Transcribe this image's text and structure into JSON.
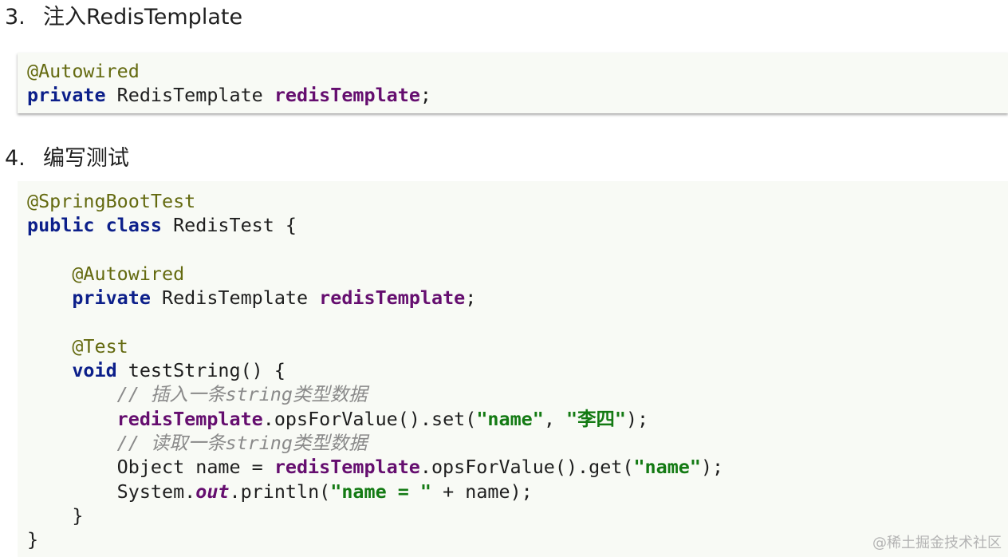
{
  "steps": [
    {
      "number": "3.",
      "title": "注入RedisTemplate",
      "code": [
        [
          {
            "t": "@Autowired",
            "c": "ann"
          }
        ],
        [
          {
            "t": "private",
            "c": "kw"
          },
          {
            "t": " RedisTemplate "
          },
          {
            "t": "redisTemplate",
            "c": "fld"
          },
          {
            "t": ";"
          }
        ]
      ]
    },
    {
      "number": "4.",
      "title": "编写测试",
      "code": [
        [
          {
            "t": "@SpringBootTest",
            "c": "ann"
          }
        ],
        [
          {
            "t": "public",
            "c": "kw"
          },
          {
            "t": " "
          },
          {
            "t": "class",
            "c": "kw"
          },
          {
            "t": " RedisTest {"
          }
        ],
        [],
        [
          {
            "t": "    "
          },
          {
            "t": "@Autowired",
            "c": "ann"
          }
        ],
        [
          {
            "t": "    "
          },
          {
            "t": "private",
            "c": "kw"
          },
          {
            "t": " RedisTemplate "
          },
          {
            "t": "redisTemplate",
            "c": "fld"
          },
          {
            "t": ";"
          }
        ],
        [],
        [
          {
            "t": "    "
          },
          {
            "t": "@Test",
            "c": "ann"
          }
        ],
        [
          {
            "t": "    "
          },
          {
            "t": "void",
            "c": "kw"
          },
          {
            "t": " testString() {"
          }
        ],
        [
          {
            "t": "        "
          },
          {
            "t": "// 插入一条string类型数据",
            "c": "cmt"
          }
        ],
        [
          {
            "t": "        "
          },
          {
            "t": "redisTemplate",
            "c": "fld"
          },
          {
            "t": ".opsForValue().set("
          },
          {
            "t": "\"name\"",
            "c": "str"
          },
          {
            "t": ", "
          },
          {
            "t": "\"李四\"",
            "c": "str"
          },
          {
            "t": ");"
          }
        ],
        [
          {
            "t": "        "
          },
          {
            "t": "// 读取一条string类型数据",
            "c": "cmt"
          }
        ],
        [
          {
            "t": "        Object name = "
          },
          {
            "t": "redisTemplate",
            "c": "fld"
          },
          {
            "t": ".opsForValue().get("
          },
          {
            "t": "\"name\"",
            "c": "str"
          },
          {
            "t": ");"
          }
        ],
        [
          {
            "t": "        System."
          },
          {
            "t": "out",
            "c": "sfld"
          },
          {
            "t": ".println("
          },
          {
            "t": "\"name = \"",
            "c": "str"
          },
          {
            "t": " + name);"
          }
        ],
        [
          {
            "t": "    }"
          }
        ],
        [
          {
            "t": "}"
          }
        ]
      ]
    }
  ],
  "watermark": "@稀土掘金技术社区",
  "colors": {
    "annotation": "#646a10",
    "keyword": "#0c1f8a",
    "field": "#650e6f",
    "string": "#137a13",
    "comment": "#8a8a8a",
    "code_background": "#f8faf5"
  }
}
